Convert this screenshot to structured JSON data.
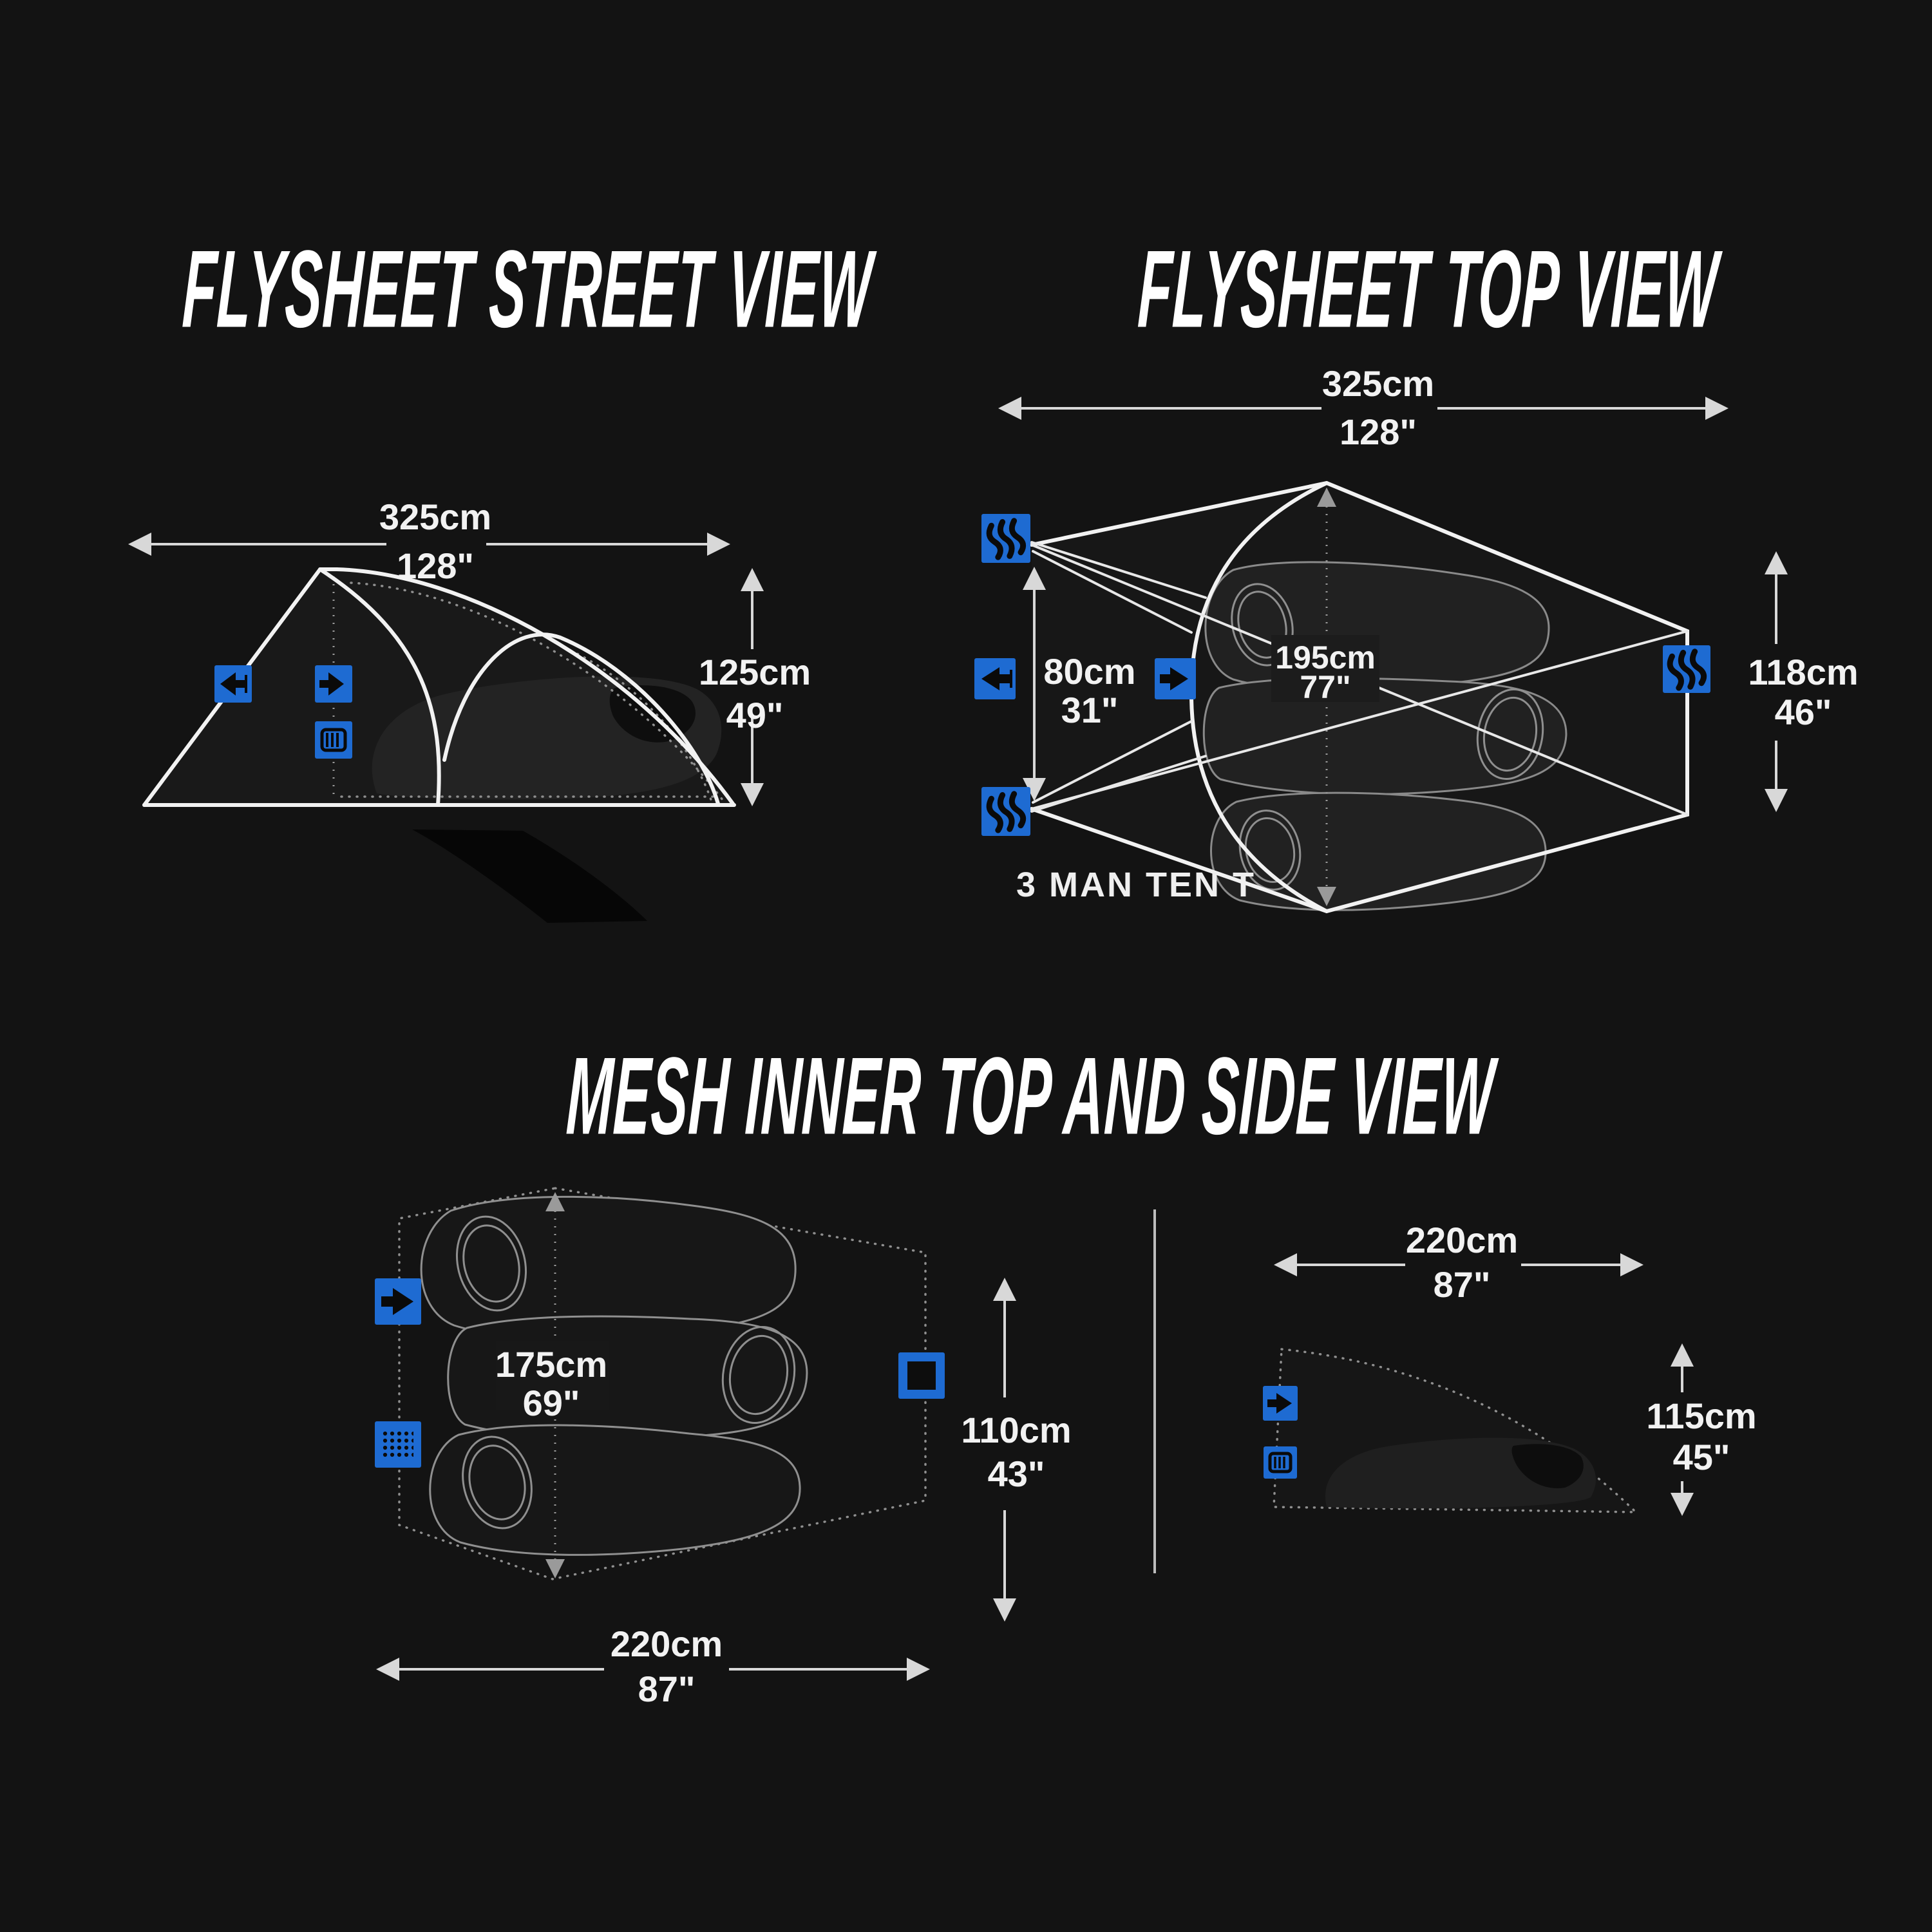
{
  "colors": {
    "background": "#131313",
    "accent_blue": "#1e6bd2",
    "line_white": "#f2f2f2",
    "dotted_gray": "#8f8f8f",
    "dimension_gray": "#d8d8d8",
    "text_white": "#ffffff"
  },
  "titles": {
    "street": "FLYSHEET STREET VIEW",
    "top": "FLYSHEET TOP VIEW",
    "mesh": "MESH INNER TOP AND SIDE VIEW"
  },
  "street_view": {
    "width_cm": "325cm",
    "width_in": "128\"",
    "height_cm": "125cm",
    "height_in": "49\""
  },
  "top_view": {
    "width_cm": "325cm",
    "width_in": "128\"",
    "vestibule_cm": "80cm",
    "vestibule_in": "31\"",
    "length_cm": "195cm",
    "length_in": "77\"",
    "side_cm": "118cm",
    "side_in": "46\"",
    "caption": "3 MAN TEN T"
  },
  "mesh_top_view": {
    "length_cm": "175cm",
    "length_in": "69\"",
    "height_cm": "110cm",
    "height_in": "43\"",
    "width_cm": "220cm",
    "width_in": "87\""
  },
  "mesh_side_view": {
    "width_cm": "220cm",
    "width_in": "87\"",
    "height_cm": "115cm",
    "height_in": "45\""
  },
  "icons": {
    "vent": "steam-vent-icon",
    "door_left": "door-left-arrow-icon",
    "door_right": "door-right-arrow-icon",
    "window": "window-vent-icon",
    "mesh": "mesh-panel-icon",
    "door_frame": "door-frame-icon"
  }
}
